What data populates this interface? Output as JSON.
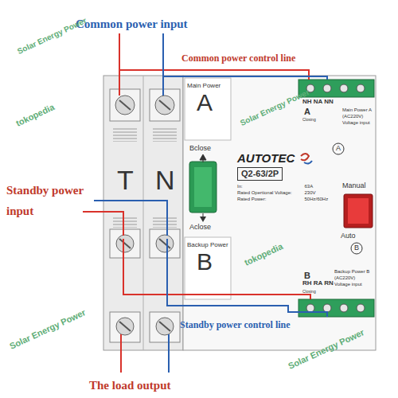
{
  "diagram": {
    "nodes": [
      {
        "text": [
          "Main Power",
          "A"
        ]
      },
      {
        "text": [
          "AUTOTEC",
          "Q2-63/2P",
          "In:",
          "63A",
          "Rated Opertional Voltage:",
          "230V",
          "Rated Power:",
          "50Hz/60Hz"
        ]
      },
      {
        "text": [
          "Backup Power",
          "B"
        ]
      }
    ],
    "labels": [
      "Common power input",
      "Common power control line",
      "Standby power input",
      "T",
      "N",
      "Bclose",
      "Aclose",
      "Manual",
      "Auto",
      "A",
      "B",
      "NH NA NN",
      "A",
      "Main Power A",
      "(AC220V)",
      "Voltage input",
      "Closing",
      "RH RA RN",
      "B",
      "Backup Power B",
      "(AC220V)",
      "Voltage input",
      "Closing",
      "Standby power control line",
      "The load output",
      "tokopedia",
      "Solar Energy Power",
      "tokopedia",
      "Solar Energy Power",
      "Solar Energy Power",
      "Solar Energy Power"
    ]
  }
}
